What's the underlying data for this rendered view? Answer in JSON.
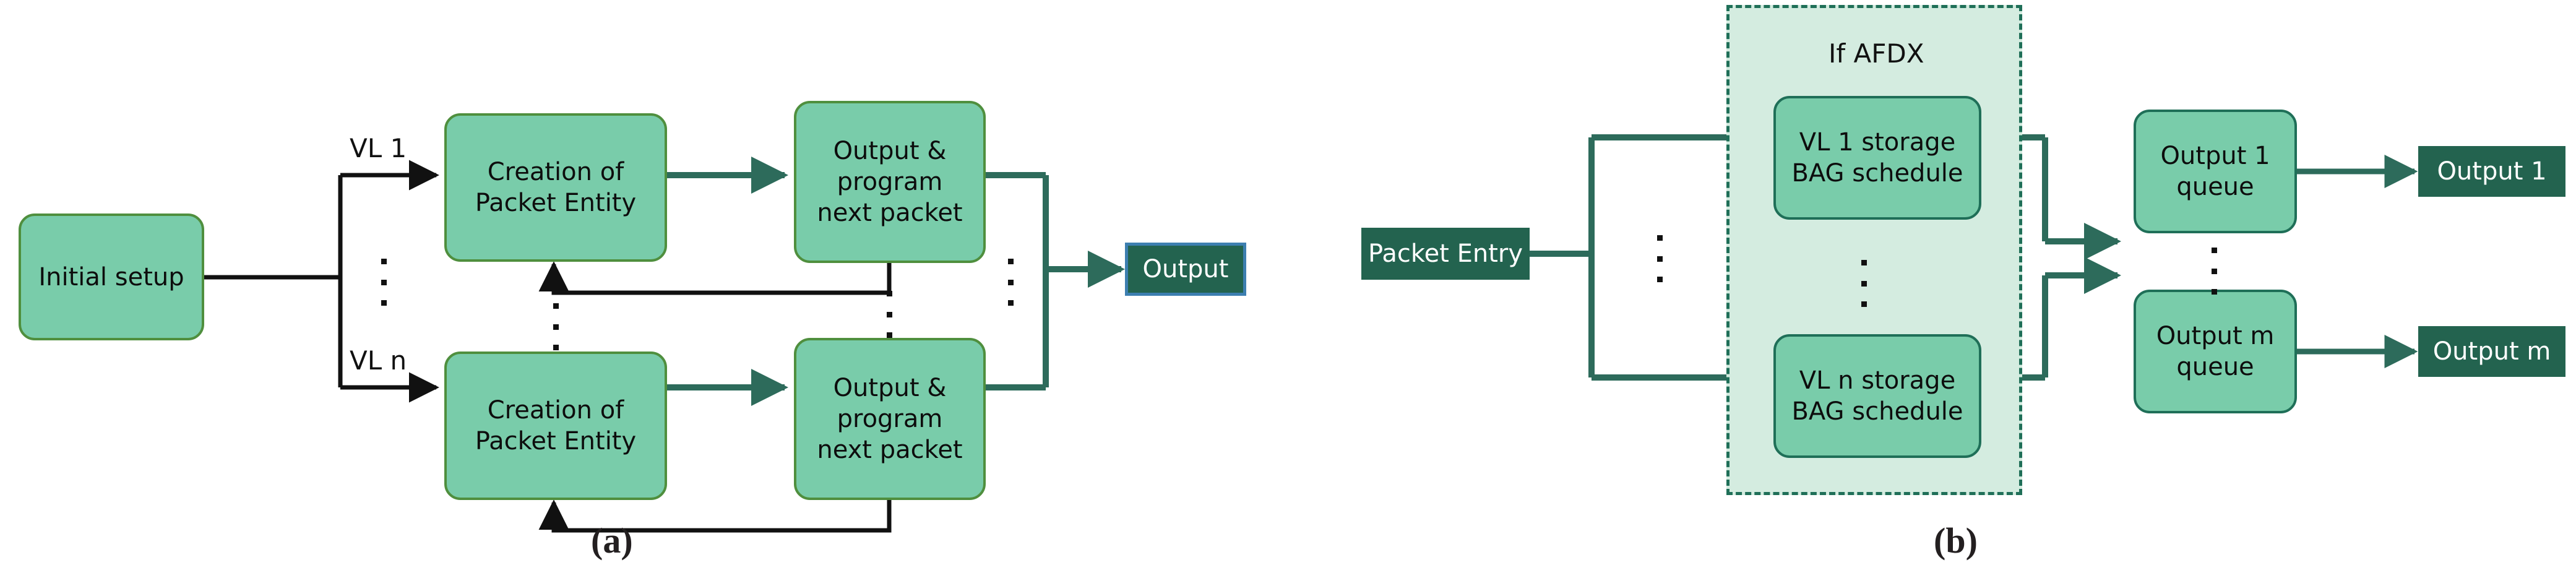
{
  "figure": {
    "panels": [
      {
        "id": "a",
        "caption": "(a)",
        "nodes": {
          "initial_setup": "Initial setup",
          "creation_top": "Creation of\nPacket Entity",
          "creation_bottom": "Creation of\nPacket Entity",
          "output_program_top": "Output &\nprogram\nnext packet",
          "output_program_bottom": "Output &\nprogram\nnext packet",
          "output_terminal": "Output"
        },
        "edge_labels": {
          "vl_first": "VL 1",
          "vl_last": "VL n"
        },
        "ellipsis_count": 3
      },
      {
        "id": "b",
        "caption": "(b)",
        "region": {
          "title": "If AFDX"
        },
        "nodes": {
          "packet_entry": "Packet Entry",
          "vl_storage_top": "VL 1 storage\nBAG schedule",
          "vl_storage_bottom": "VL n storage\nBAG schedule",
          "queue_top": "Output 1\nqueue",
          "queue_bottom": "Output m\nqueue",
          "output_top": "Output 1",
          "output_bottom": "Output m"
        },
        "ellipsis_count": 3
      }
    ]
  },
  "colors": {
    "box_fill_light_green": "#79ccaa",
    "box_border_olive": "#4f8f3e",
    "box_border_teal": "#1f6f58",
    "terminal_fill_dark_green": "#23634f",
    "terminal_border_blue": "#3d7fb0",
    "region_fill": "#d4ece0",
    "connector_black": "#111111",
    "connector_teal": "#2d6b5b",
    "text_dark": "#0d0d0d",
    "text_light": "#ffffff",
    "page_background": "#ffffff"
  }
}
